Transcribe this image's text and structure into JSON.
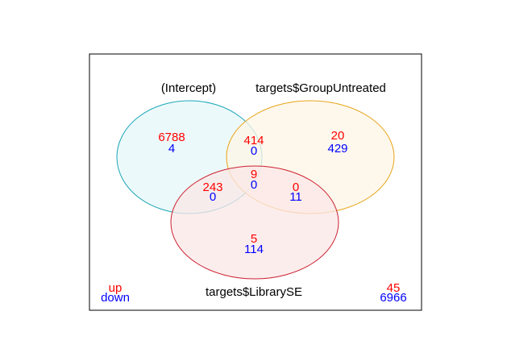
{
  "diagram": {
    "type": "venn",
    "sets": [
      {
        "key": "a",
        "name": "(Intercept)",
        "color": "#1aa6b7",
        "fill": "#e6f7f8"
      },
      {
        "key": "b",
        "name": "targets$GroupUntreated",
        "color": "#e8a317",
        "fill": "#fdf6e6"
      },
      {
        "key": "c",
        "name": "targets$LibrarySE",
        "color": "#cc1f2f",
        "fill": "#fbe7e7"
      }
    ],
    "regions": [
      {
        "key": "a_only",
        "up": "6788",
        "down": "4"
      },
      {
        "key": "ab",
        "up": "414",
        "down": "0"
      },
      {
        "key": "b_only",
        "up": "20",
        "down": "429"
      },
      {
        "key": "abc",
        "up": "9",
        "down": "0"
      },
      {
        "key": "ac",
        "up": "243",
        "down": "0"
      },
      {
        "key": "bc",
        "up": "0",
        "down": "11"
      },
      {
        "key": "c_only",
        "up": "5",
        "down": "114"
      },
      {
        "key": "none",
        "up": "45",
        "down": "6966"
      }
    ],
    "legend": {
      "up": "up",
      "down": "down"
    },
    "colors": {
      "up": "#ff0000",
      "down": "#0000ff",
      "frame": "#000000",
      "label": "#000000"
    }
  }
}
